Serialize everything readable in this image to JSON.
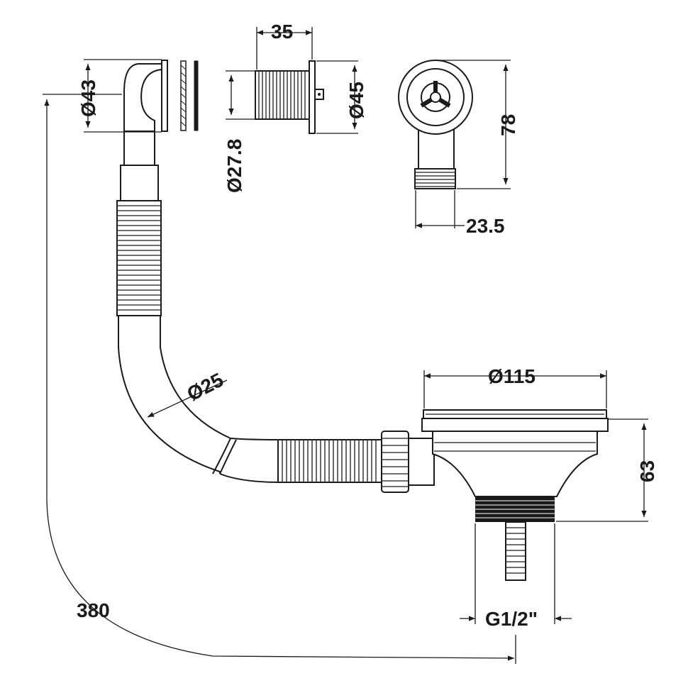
{
  "dimensions": {
    "outlet_diameter": "Ø43",
    "overflow_length": "35",
    "overflow_diameter": "Ø45",
    "overflow_thread_diameter": "Ø27.8",
    "side_height": "78",
    "side_width": "23.5",
    "hose_diameter": "Ø25",
    "strainer_diameter": "Ø115",
    "strainer_height": "63",
    "outlet_thread": "G1/2\"",
    "overall_length": "380"
  }
}
